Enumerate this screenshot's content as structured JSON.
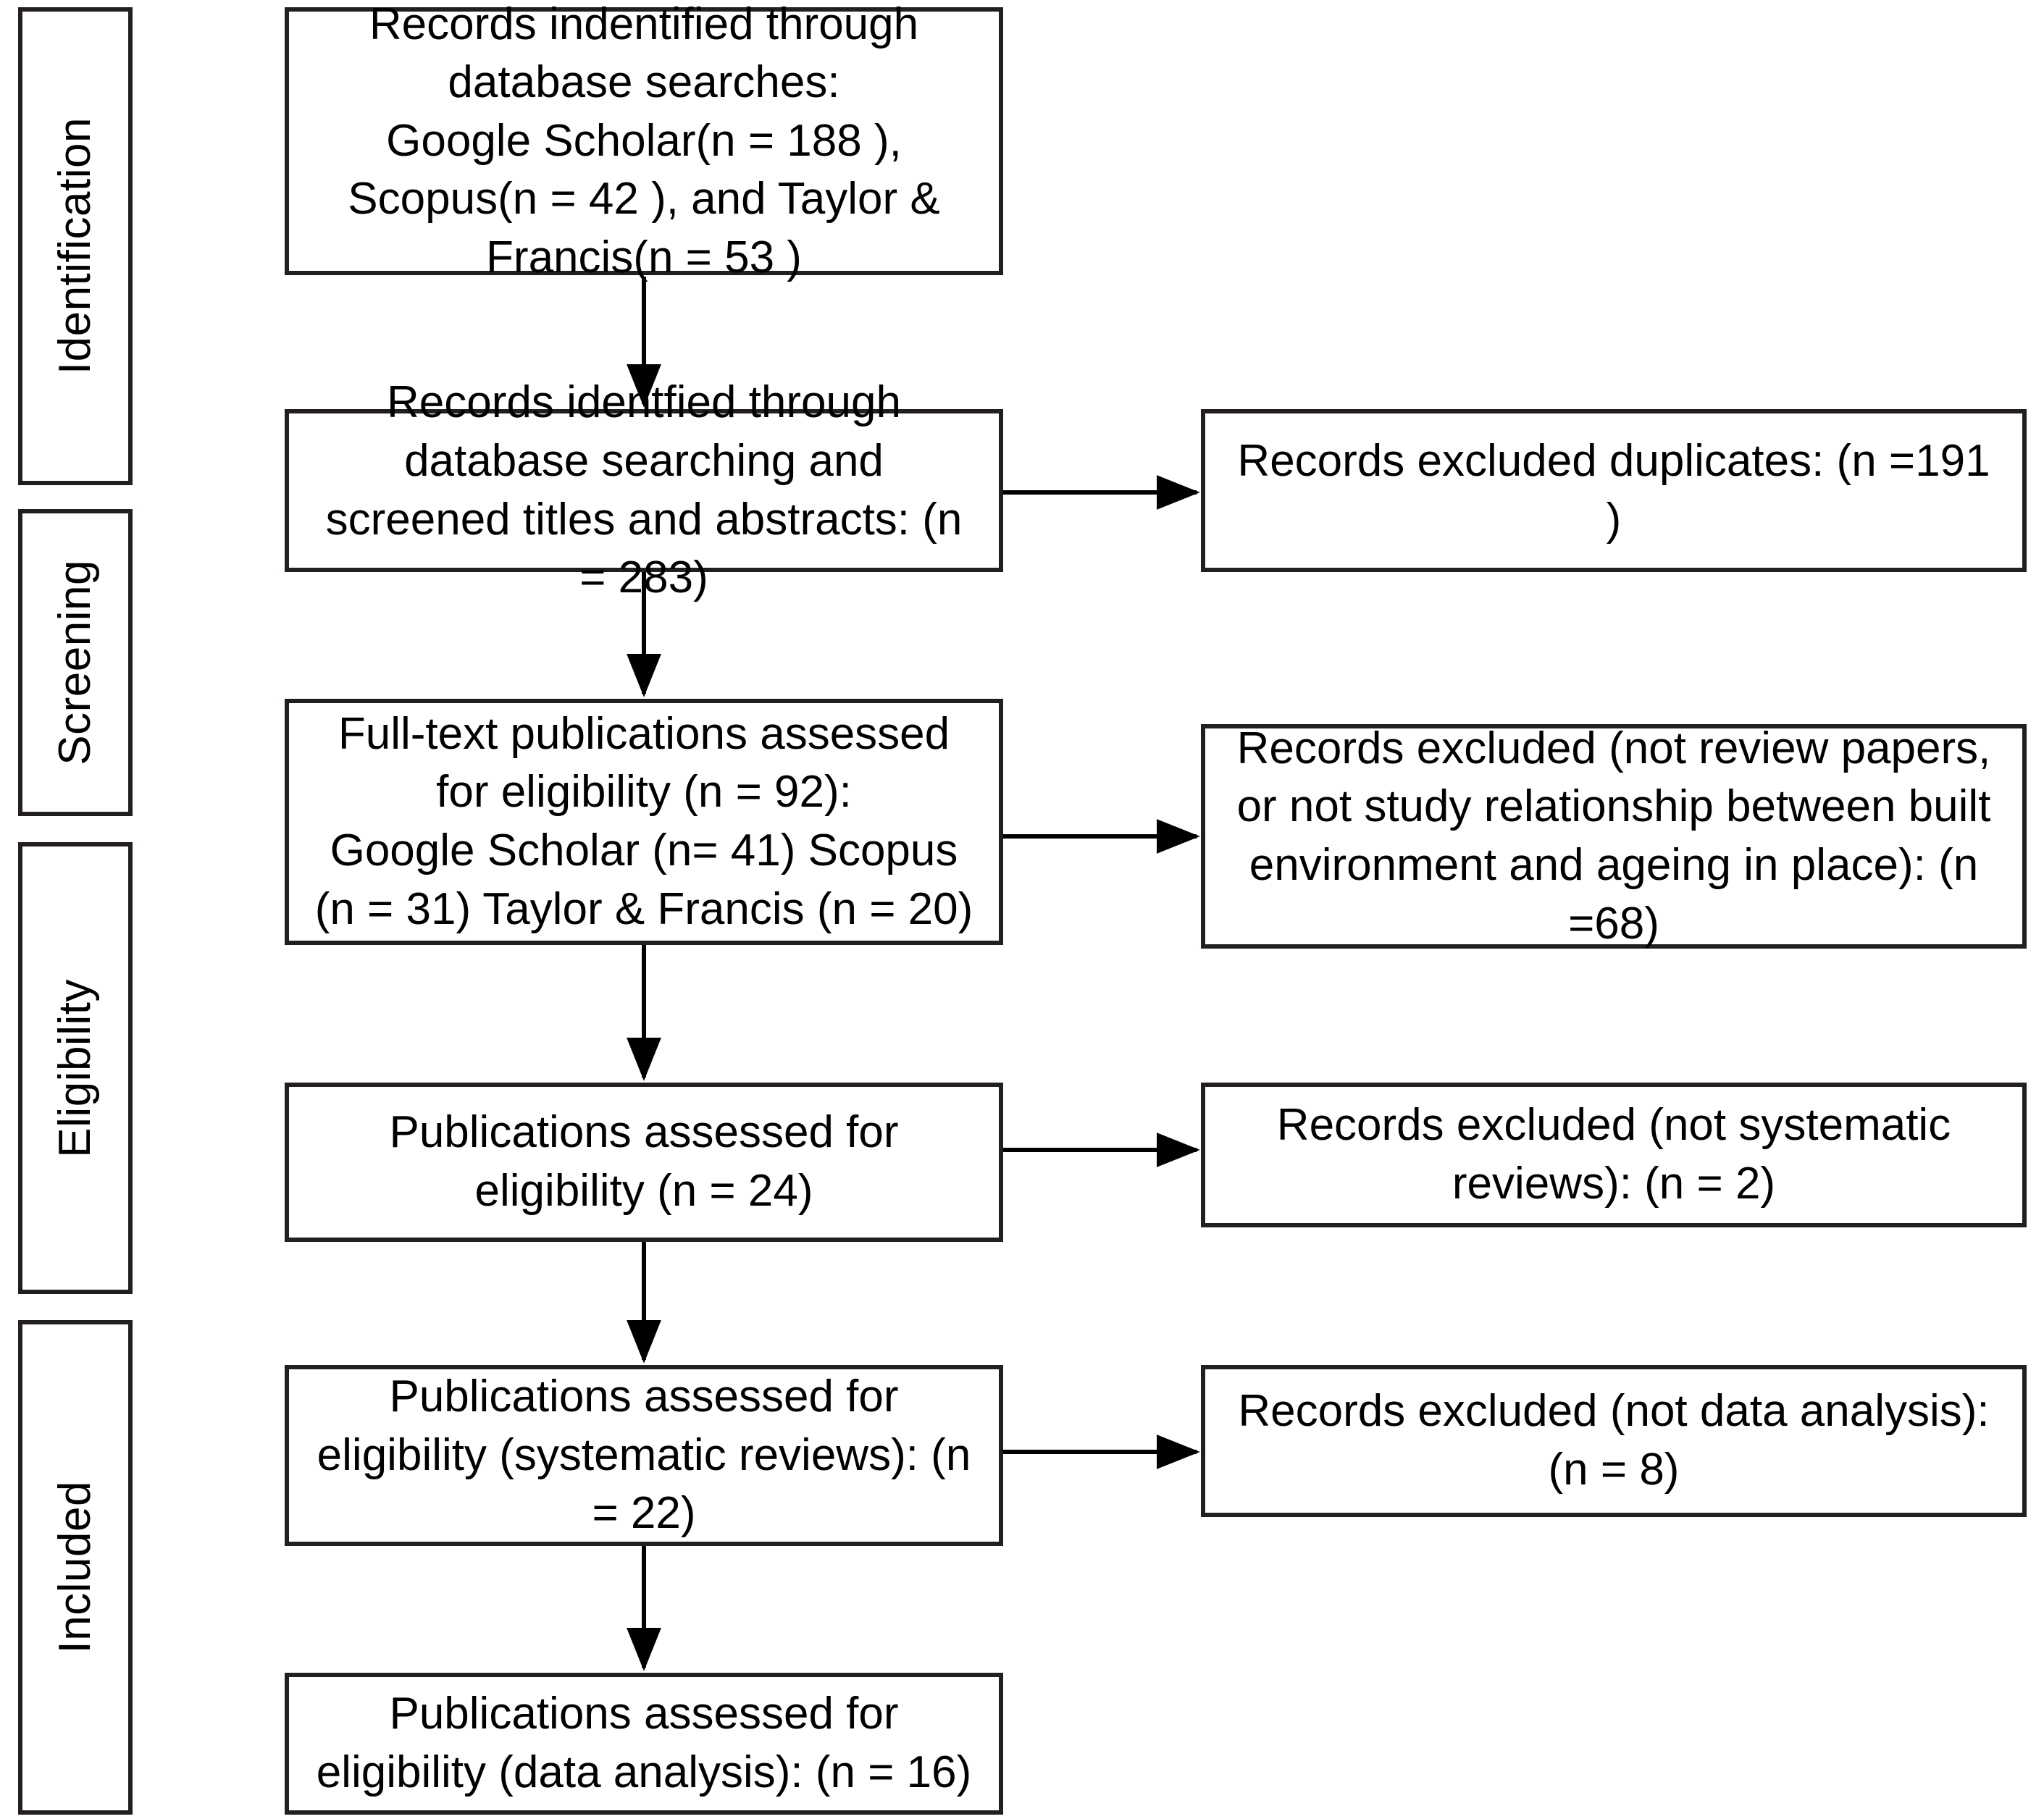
{
  "diagram": {
    "title": "PRISMA flow diagram of study selection",
    "line_color": "#231f20",
    "background": "#ffffff",
    "type": "prisma-flow-diagram"
  },
  "stages": [
    {
      "id": "identification",
      "label": "Identification"
    },
    {
      "id": "screening",
      "label": "Screening"
    },
    {
      "id": "eligibility",
      "label": "Eligibility"
    },
    {
      "id": "included",
      "label": "Included"
    }
  ],
  "flow_boxes": {
    "identified_records": {
      "text": "Records indentified through database searches:\nGoogle Scholar(n = 188 ), Scopus(n = 42 ), and Taylor & Francis(n = 53 )"
    },
    "screened_records": {
      "text": "Records identfied through database searching and screened titles and abstracts: (n = 283)"
    },
    "excluded_duplicates": {
      "text": "Records excluded duplicates: (n =191 )"
    },
    "fulltext_assessed": {
      "text": "Full-text publications assessed for eligibility (n = 92):\nGoogle Scholar (n= 41) Scopus (n = 31) Taylor & Francis (n = 20)"
    },
    "excluded_not_review": {
      "text": "Records excluded (not review papers, or not study relationship between built environment and ageing in place): (n =68)"
    },
    "publications_assessed": {
      "text": "Publications assessed for eligibility (n = 24)"
    },
    "excluded_not_systematic": {
      "text": "Records excluded (not systematic reviews): (n = 2)"
    },
    "publications_systematic": {
      "text": "Publications assessed for eligibility (systematic reviews): (n = 22)"
    },
    "excluded_not_data_analysis": {
      "text": "Records excluded (not data analysis): (n = 8)"
    },
    "publications_data_analysis": {
      "text": "Publications assessed for eligibility (data analysis):  (n = 16)"
    }
  },
  "chart_data": {
    "type": "diagram",
    "title": "PRISMA flow diagram",
    "nodes": [
      {
        "id": "identified_records",
        "stage": "Identification",
        "n_total": 283,
        "sources": [
          {
            "name": "Google Scholar",
            "n": 188
          },
          {
            "name": "Scopus",
            "n": 42
          },
          {
            "name": "Taylor & Francis",
            "n": 53
          }
        ]
      },
      {
        "id": "screened_records",
        "stage": "Screening",
        "n": 283
      },
      {
        "id": "excluded_duplicates",
        "stage": "Screening",
        "n": 191,
        "kind": "exclusion",
        "reason": "duplicates"
      },
      {
        "id": "fulltext_assessed",
        "stage": "Screening",
        "n": 92,
        "sources": [
          {
            "name": "Google Scholar",
            "n": 41
          },
          {
            "name": "Scopus",
            "n": 31
          },
          {
            "name": "Taylor & Francis",
            "n": 20
          }
        ]
      },
      {
        "id": "excluded_not_review",
        "stage": "Screening",
        "n": 68,
        "kind": "exclusion",
        "reason": "not review papers, or not study relationship between built environment and ageing in place"
      },
      {
        "id": "publications_assessed",
        "stage": "Eligibility",
        "n": 24
      },
      {
        "id": "excluded_not_systematic",
        "stage": "Eligibility",
        "n": 2,
        "kind": "exclusion",
        "reason": "not systematic reviews"
      },
      {
        "id": "publications_systematic",
        "stage": "Included",
        "n": 22
      },
      {
        "id": "excluded_not_data_analysis",
        "stage": "Included",
        "n": 8,
        "kind": "exclusion",
        "reason": "not data analysis"
      },
      {
        "id": "publications_data_analysis",
        "stage": "Included",
        "n": 16
      }
    ],
    "edges": [
      {
        "from": "identified_records",
        "to": "screened_records",
        "direction": "down"
      },
      {
        "from": "screened_records",
        "to": "excluded_duplicates",
        "direction": "right"
      },
      {
        "from": "screened_records",
        "to": "fulltext_assessed",
        "direction": "down"
      },
      {
        "from": "fulltext_assessed",
        "to": "excluded_not_review",
        "direction": "right"
      },
      {
        "from": "fulltext_assessed",
        "to": "publications_assessed",
        "direction": "down"
      },
      {
        "from": "publications_assessed",
        "to": "excluded_not_systematic",
        "direction": "right"
      },
      {
        "from": "publications_assessed",
        "to": "publications_systematic",
        "direction": "down"
      },
      {
        "from": "publications_systematic",
        "to": "excluded_not_data_analysis",
        "direction": "right"
      },
      {
        "from": "publications_systematic",
        "to": "publications_data_analysis",
        "direction": "down"
      }
    ]
  }
}
